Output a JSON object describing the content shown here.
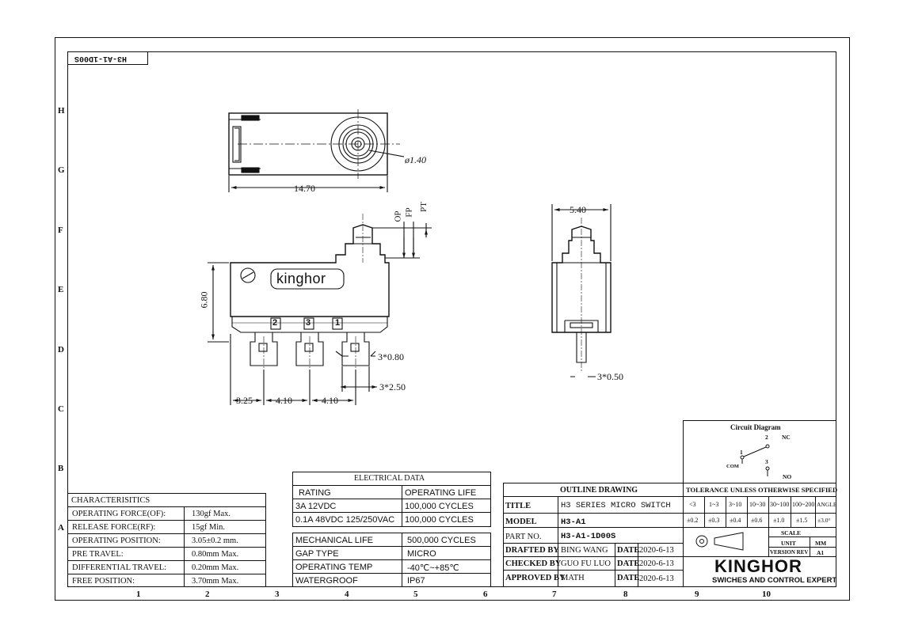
{
  "drawing_number_mirrored": "H3-A1-1D00S",
  "row_labels": [
    "H",
    "G",
    "F",
    "E",
    "D",
    "C",
    "B",
    "A"
  ],
  "col_labels": [
    "1",
    "2",
    "3",
    "4",
    "5",
    "6",
    "7",
    "8",
    "9",
    "10"
  ],
  "dimensions": {
    "top_length": "14.70",
    "diameter": "ø1.40",
    "height": "6.80",
    "op": "OP",
    "fp": "FP",
    "pt": "PT",
    "terminal_thickness": "3*0.80",
    "terminal_width": "3*2.50",
    "pitch_first": "3.25",
    "pitch_second": "4.10",
    "pitch_third": "4.10",
    "side_width": "5.40",
    "side_terminal": "3*0.50"
  },
  "switch": {
    "brand_text": "kingh",
    "brand_text_o": "o",
    "brand_text_r": "r",
    "terminal_1": "1",
    "terminal_2": "2",
    "terminal_3": "3"
  },
  "characteristics": {
    "title": "CHARACTERISITICS",
    "rows": [
      {
        "label": "OPERATING FORCE(OF):",
        "value": "130gf Max."
      },
      {
        "label": "RELEASE FORCE(RF):",
        "value": "15gf Min."
      },
      {
        "label": "OPERATING POSITION:",
        "value": "3.05±0.2 mm."
      },
      {
        "label": "PRE TRAVEL:",
        "value": "0.80mm Max."
      },
      {
        "label": "DIFFERENTIAL TRAVEL:",
        "value": "0.20mm Max."
      },
      {
        "label": "FREE POSITION:",
        "value": "3.70mm Max."
      }
    ]
  },
  "electrical": {
    "title": "ELECTRICAL DATA",
    "header_rating": "RATING",
    "header_life": "OPERATING LIFE",
    "rows": [
      {
        "rating": "3A 12VDC",
        "life": "100,000 CYCLES"
      },
      {
        "rating": "0.1A 48VDC 125/250VAC",
        "life": "100,000 CYCLES"
      }
    ]
  },
  "mechanical": {
    "rows": [
      {
        "label": "MECHANICAL LIFE",
        "value": "500,000 CYCLES"
      },
      {
        "label": "GAP TYPE",
        "value": "MICRO"
      },
      {
        "label": "OPERATING TEMP",
        "value": "-40℃~+85℃"
      },
      {
        "label": "WATERGROOF",
        "value": "IP67"
      }
    ]
  },
  "title_block": {
    "outline": "OUTLINE DRAWING",
    "title_label": "TITLE",
    "title_value": "H3 SERIES MICRO SWITCH",
    "model_label": "MODEL",
    "model_value": "H3-A1",
    "part_label": "PART NO.",
    "part_value": "H3-A1-1D00S",
    "drafted_label": "DRAFTED BY",
    "drafted_value": "BING WANG",
    "checked_label": "CHECKED BY",
    "checked_value": "GUO FU LUO",
    "approved_label": "APPROVED BY",
    "approved_value": "MATH",
    "date_label": "DATE",
    "date_drafted": "2020-6-13",
    "date_checked": "2020-6-13",
    "date_approved": "2020-6-13"
  },
  "tolerance": {
    "title": "TOLERANCE UNLESS OTHERWISE SPECIFIED",
    "ranges": [
      "<3",
      "1~3",
      "3~10",
      "10~30",
      "30~100",
      "100~200",
      "ANGLE"
    ],
    "values": [
      "±0.2",
      "±0.3",
      "±0.4",
      "±0.6",
      "±1.0",
      "±1.5",
      "±3.0°"
    ]
  },
  "scale_block": {
    "scale_label": "SCALE",
    "unit_label": "UNIT",
    "unit_value": "MM",
    "version_label": "VERSION REV",
    "version_value": "A1"
  },
  "circuit": {
    "title": "Circuit Diagram",
    "nc_num": "2",
    "nc_label": "NC",
    "com_num": "1",
    "com_label": "COM",
    "no_num": "3",
    "no_label": "NO"
  },
  "company": {
    "name": "KINGHOR",
    "slogan": "SWICHES AND CONTROL EXPERT"
  }
}
